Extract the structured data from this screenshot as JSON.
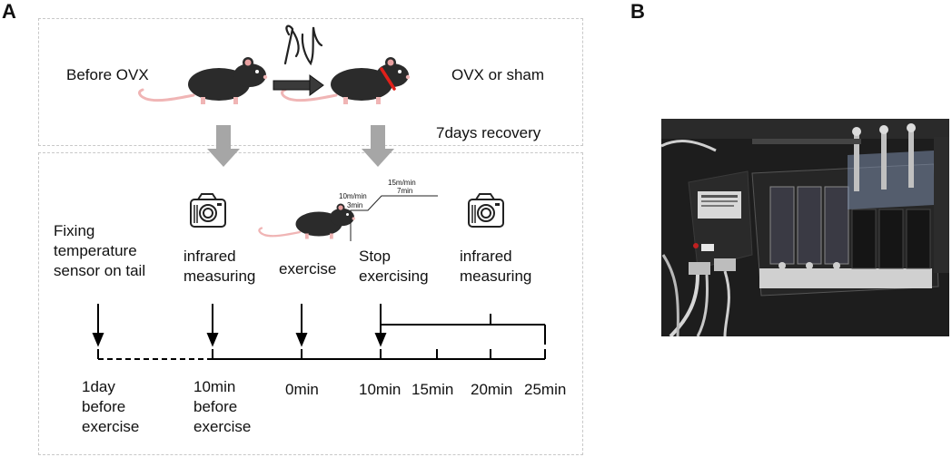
{
  "panels": {
    "a_letter": "A",
    "b_letter": "B"
  },
  "top_box": {
    "before_label": "Before OVX",
    "after_label": "OVX or sham",
    "recovery_label": "7days recovery",
    "surgery_icon": "suture-needle-icon",
    "arrow_icon": "right-arrow-icon",
    "mouse_icon": "mouse-icon"
  },
  "protocol": {
    "step1": "Fixing\ntemperature\nsensor on tail",
    "step2": "infrared\nmeasuring",
    "step3": "exercise",
    "step4": "Stop\nexercising",
    "step5": "infrared\nmeasuring",
    "camera_icon": "camera-icon",
    "speed_profile": {
      "first_speed": "10m/min",
      "first_duration": "3min",
      "second_speed": "15m/min",
      "second_duration": "7min"
    }
  },
  "timeline": {
    "ticks": [
      {
        "label": "1day\nbefore\nexercise"
      },
      {
        "label": "10min\nbefore\nexercise"
      },
      {
        "label": "0min"
      },
      {
        "label": "10min"
      },
      {
        "label": "15min"
      },
      {
        "label": "20min"
      },
      {
        "label": "25min"
      }
    ]
  },
  "photo": {
    "description_icon": "treadmill-apparatus-photo"
  },
  "colors": {
    "dashed_box": "#c8c8c8",
    "gray_arrow": "#a6a6a6",
    "mouse_body": "#2b2b2b",
    "mouse_tail": "#f0b5b5",
    "incision": "#e0201a",
    "timeline": "#000000"
  }
}
